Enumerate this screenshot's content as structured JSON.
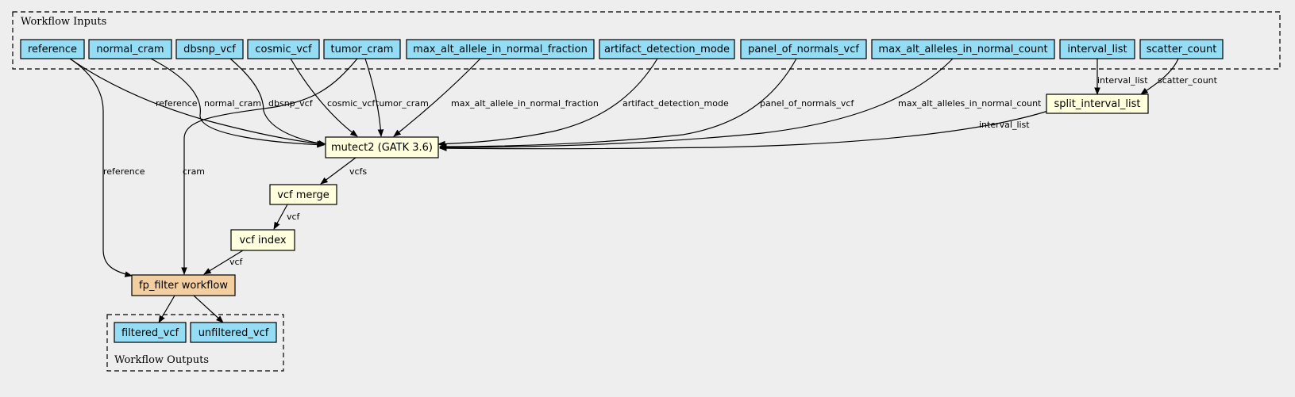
{
  "clusters": {
    "inputs": {
      "label": "Workflow Inputs"
    },
    "outputs": {
      "label": "Workflow Outputs"
    }
  },
  "colors": {
    "background": "#eeeeee",
    "input_node": "#94ddf4",
    "step_node": "#ffffdd",
    "subworkflow_node": "#f3cea1",
    "output_node": "#94ddf4"
  },
  "inputs": [
    {
      "id": "reference",
      "label": "reference"
    },
    {
      "id": "normal_cram",
      "label": "normal_cram"
    },
    {
      "id": "dbsnp_vcf",
      "label": "dbsnp_vcf"
    },
    {
      "id": "cosmic_vcf",
      "label": "cosmic_vcf"
    },
    {
      "id": "tumor_cram",
      "label": "tumor_cram"
    },
    {
      "id": "max_alt_allele_in_normal_fraction",
      "label": "max_alt_allele_in_normal_fraction"
    },
    {
      "id": "artifact_detection_mode",
      "label": "artifact_detection_mode"
    },
    {
      "id": "panel_of_normals_vcf",
      "label": "panel_of_normals_vcf"
    },
    {
      "id": "max_alt_alleles_in_normal_count",
      "label": "max_alt_alleles_in_normal_count"
    },
    {
      "id": "interval_list",
      "label": "interval_list"
    },
    {
      "id": "scatter_count",
      "label": "scatter_count"
    }
  ],
  "steps": [
    {
      "id": "split_interval_list",
      "label": "split_interval_list",
      "kind": "step"
    },
    {
      "id": "mutect2",
      "label": "mutect2 (GATK 3.6)",
      "kind": "step"
    },
    {
      "id": "vcf_merge",
      "label": "vcf merge",
      "kind": "step"
    },
    {
      "id": "vcf_index",
      "label": "vcf index",
      "kind": "step"
    },
    {
      "id": "fp_filter",
      "label": "fp_filter workflow",
      "kind": "subworkflow"
    }
  ],
  "outputs": [
    {
      "id": "filtered_vcf",
      "label": "filtered_vcf"
    },
    {
      "id": "unfiltered_vcf",
      "label": "unfiltered_vcf"
    }
  ],
  "edges": [
    {
      "from": "interval_list",
      "to": "split_interval_list",
      "label": "interval_list"
    },
    {
      "from": "scatter_count",
      "to": "split_interval_list",
      "label": "scatter_count"
    },
    {
      "from": "reference",
      "to": "mutect2",
      "label": "reference"
    },
    {
      "from": "normal_cram",
      "to": "mutect2",
      "label": "normal_cram"
    },
    {
      "from": "dbsnp_vcf",
      "to": "mutect2",
      "label": "dbsnp_vcf"
    },
    {
      "from": "cosmic_vcf",
      "to": "mutect2",
      "label": "cosmic_vcf"
    },
    {
      "from": "tumor_cram",
      "to": "mutect2",
      "label": "tumor_cram"
    },
    {
      "from": "max_alt_allele_in_normal_fraction",
      "to": "mutect2",
      "label": "max_alt_allele_in_normal_fraction"
    },
    {
      "from": "artifact_detection_mode",
      "to": "mutect2",
      "label": "artifact_detection_mode"
    },
    {
      "from": "panel_of_normals_vcf",
      "to": "mutect2",
      "label": "panel_of_normals_vcf"
    },
    {
      "from": "max_alt_alleles_in_normal_count",
      "to": "mutect2",
      "label": "max_alt_alleles_in_normal_count"
    },
    {
      "from": "split_interval_list",
      "to": "mutect2",
      "label": "interval_list"
    },
    {
      "from": "mutect2",
      "to": "vcf_merge",
      "label": "vcfs"
    },
    {
      "from": "vcf_merge",
      "to": "vcf_index",
      "label": "vcf"
    },
    {
      "from": "vcf_index",
      "to": "fp_filter",
      "label": "vcf"
    },
    {
      "from": "reference",
      "to": "fp_filter",
      "label": "reference"
    },
    {
      "from": "tumor_cram",
      "to": "fp_filter",
      "label": "cram"
    },
    {
      "from": "fp_filter",
      "to": "filtered_vcf",
      "label": ""
    },
    {
      "from": "fp_filter",
      "to": "unfiltered_vcf",
      "label": ""
    }
  ]
}
